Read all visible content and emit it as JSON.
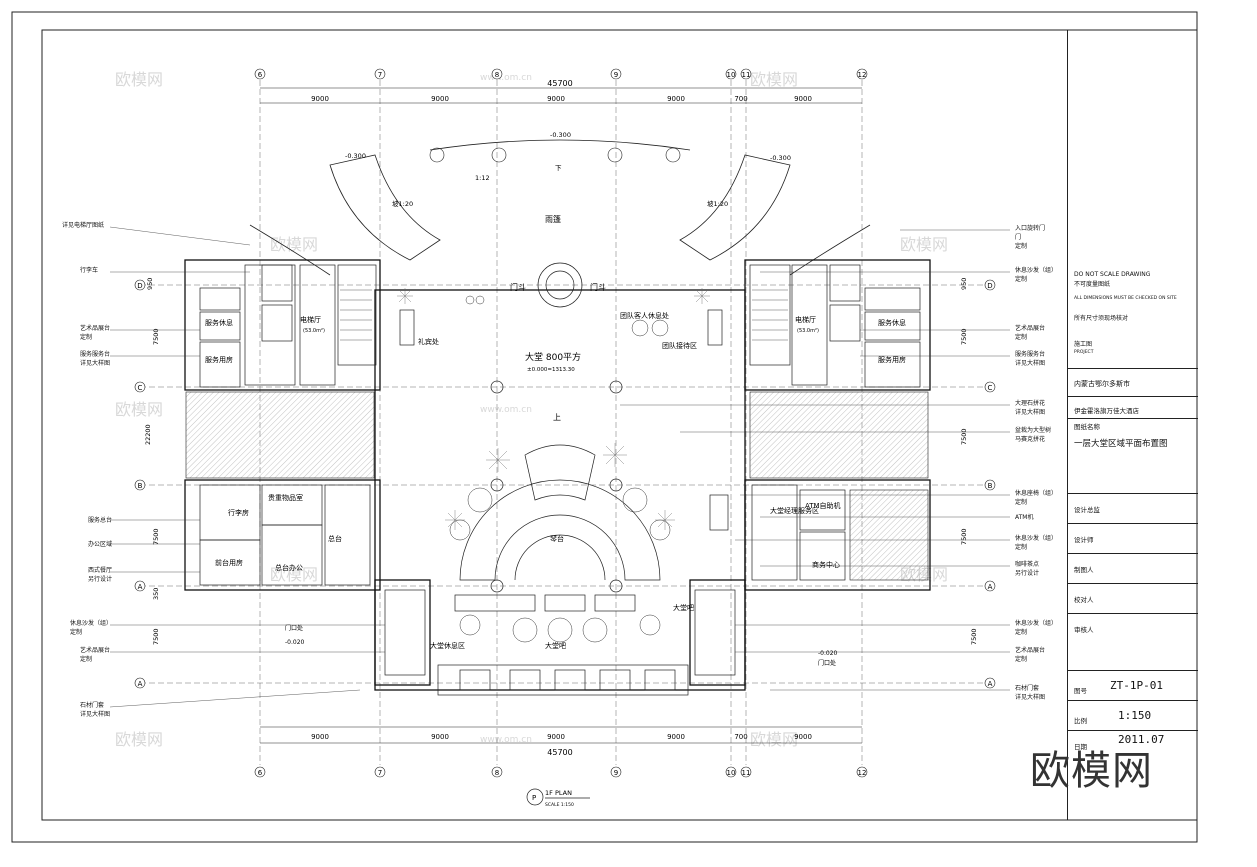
{
  "drawing": {
    "overall_dim": "45700",
    "bay_dims": [
      "9000",
      "9000",
      "9000",
      "9000",
      "700",
      "9000"
    ],
    "col_axes": [
      "6",
      "7",
      "8",
      "9",
      "10",
      "11",
      "12"
    ],
    "row_axes": [
      "D",
      "C",
      "B",
      "A",
      "A"
    ],
    "row_dims_left": [
      "950",
      "7500",
      "22200",
      "7500",
      "350",
      "7500"
    ],
    "row_dims_right": [
      "950",
      "7500",
      "7500",
      "7500",
      "7500"
    ]
  },
  "rooms": {
    "lobby": "大堂  800平方",
    "lobby_sub": "±0.000=1313.30",
    "canopy": "雨篷",
    "vestibule_l": "门斗",
    "vestibule_r": "门斗",
    "group_rest": "团队客人休息处",
    "group_wait": "团队接待区",
    "gift": "礼宾处",
    "reception": "总台",
    "lobby_bar": "大堂吧",
    "lobby_rest": "大堂休息区",
    "lobby_bar2": "大堂吧",
    "concierge": "大堂经理服务区",
    "atm": "ATM自助机",
    "business": "商务中心",
    "piano": "琴台",
    "elev_l": "电梯厅",
    "elev_r": "电梯厅",
    "service_rest_l": "服务休息",
    "service_rest_r": "服务休息",
    "service_room_l": "服务用房",
    "service_room_r": "服务用房",
    "luggage": "行李房",
    "valuables": "贵重物品室",
    "office": "总台办公",
    "office2": "前台用房",
    "up": "上",
    "down": "下",
    "ramp_l": "坡1:20",
    "ramp_r": "坡1:20",
    "ramp_c": "1:12",
    "elev_l_area": "(53.0m²)",
    "elev_r_area": "(53.0m²)",
    "door_mark": "门口处",
    "door_mark2": "门口处"
  },
  "levels": {
    "lv1": "-0.300",
    "lv2": "-0.300",
    "lv3": "-0.300",
    "lv4": "-0.020",
    "lv5": "-0.020"
  },
  "callouts_left": [
    "详见电梯厅图纸",
    "行李车",
    "艺术品展台\n定制",
    "服务服务台\n详见大样图",
    "服务总台",
    "办公区域",
    "西式餐厅\n另行设计",
    "休息沙发（组）\n定制",
    "艺术品展台\n定制",
    "石材门套\n详见大样图"
  ],
  "callouts_right": [
    "入口旋转门\n门\n定制",
    "休息沙发（组）\n定制",
    "艺术品展台\n定制",
    "服务服务台\n详见大样图",
    "大理石拼花\n详见大样图",
    "盆栽为大型树\n马赛克拼花",
    "休息座椅（组）\n定制",
    "ATM机",
    "休息沙发（组）\n定制",
    "咖啡茶点\n另行设计",
    "休息沙发（组）\n定制",
    "艺术品展台\n定制",
    "石材门套\n详见大样图"
  ],
  "plan_title": "1F  PLAN",
  "plan_scale": "SCALE  1:150",
  "plan_mark": "P",
  "watermark": "欧模网",
  "watermark_url": "www.om.cn",
  "title_block": {
    "notes": [
      "DO NOT SCALE DRAWING",
      "不可度量图纸",
      "ALL DIMENSIONS MUST BE CHECKED ON SITE",
      "所有尺寸须现场核对",
      "施工图",
      "PROJECT"
    ],
    "client": "内蒙古鄂尔多斯市",
    "project": "伊金霍洛旗万佳大酒店",
    "drawing_name_label": "图纸名称",
    "drawing_name": "一层大堂区域平面布置图",
    "design_lead": "设计总监",
    "designer": "设计师",
    "drafter": "制图人",
    "checker": "校对人",
    "approver": "审核人",
    "sheet_no_label": "图号",
    "sheet_no": "ZT-1P-01",
    "scale_label": "比例",
    "scale": "1:150",
    "date_label": "日期",
    "date": "2011.07"
  },
  "logo": "欧模网"
}
